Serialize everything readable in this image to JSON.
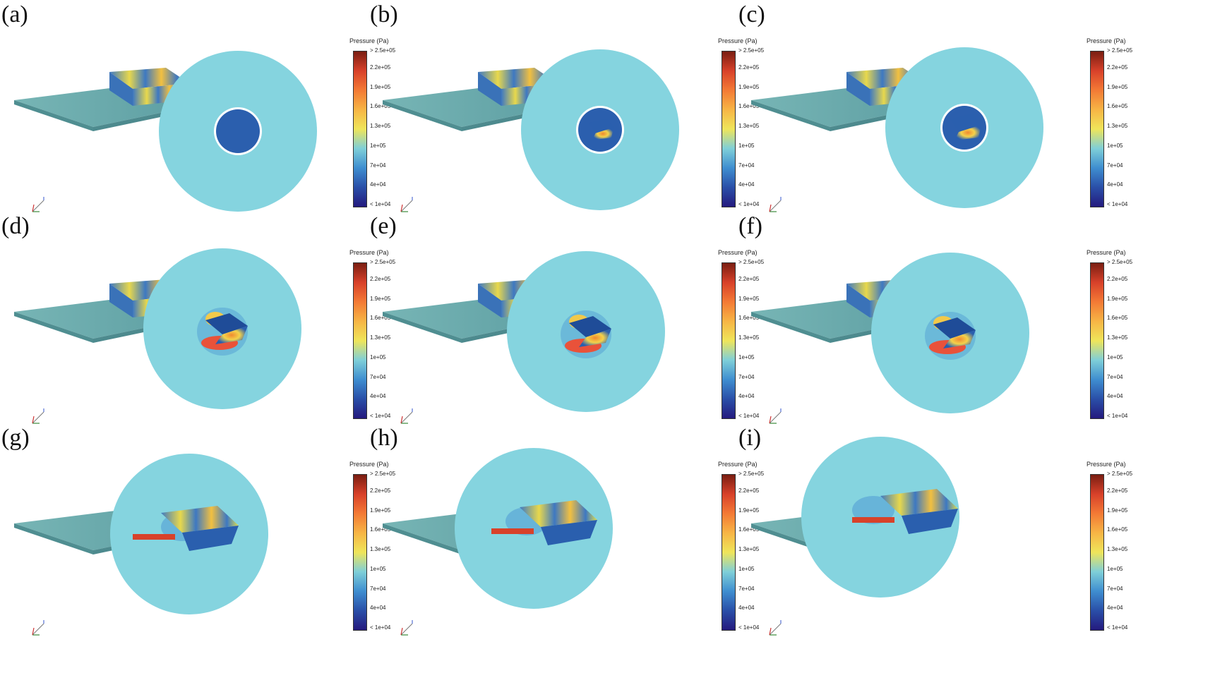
{
  "panels": [
    {
      "label": "(a)",
      "stage": 0
    },
    {
      "label": "(b)",
      "stage": 1
    },
    {
      "label": "(c)",
      "stage": 2
    },
    {
      "label": "(d)",
      "stage": 3
    },
    {
      "label": "(e)",
      "stage": 4
    },
    {
      "label": "(f)",
      "stage": 5
    },
    {
      "label": "(g)",
      "stage": 6
    },
    {
      "label": "(h)",
      "stage": 7
    },
    {
      "label": "(i)",
      "stage": 8
    }
  ],
  "colorbar": {
    "title": "Pressure (Pa)",
    "ticks": [
      "> 2.5e+05",
      "2.2e+05",
      "1.9e+05",
      "1.6e+05",
      "1.3e+05",
      "1e+05",
      "7e+04",
      "4e+04",
      "< 1e+04"
    ],
    "colors": [
      "#7a1e12",
      "#d8412a",
      "#f37a35",
      "#f7b545",
      "#efe55a",
      "#7fcfd8",
      "#3f8ed0",
      "#2a4fa8",
      "#241a7e"
    ]
  },
  "colors": {
    "background_disc": "#85d4df",
    "plate": "#6aa9aa",
    "plate_edge": "#4f8e91",
    "dark_blue": "#2b5fae"
  }
}
